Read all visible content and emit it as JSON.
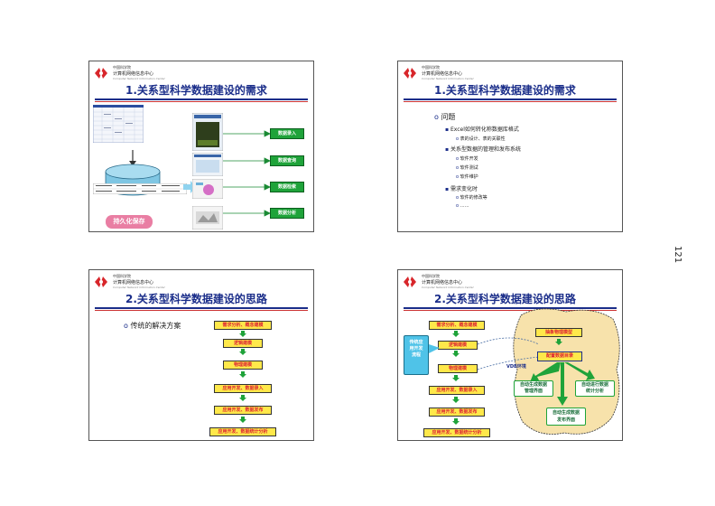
{
  "logo": {
    "line1": "中国科学院",
    "line2": "计算机网络信息中心",
    "line3": "Computer Network Information Center"
  },
  "page_number": "121",
  "slide1": {
    "title": "1.关系型科学数据建设的需求",
    "persist_label": "持久化保存",
    "outputs": [
      "数据录入",
      "数据查询",
      "数据检索",
      "数据分析"
    ]
  },
  "slide2": {
    "title": "1.关系型科学数据建设的需求",
    "bullet": "问题",
    "items": [
      {
        "text": "Excel如何转化称数据库格式",
        "level": 1
      },
      {
        "text": "表的设计、表的关联性",
        "level": 2
      },
      {
        "text": "关系型数据的管理和发布系统",
        "level": 1
      },
      {
        "text": "软件开发",
        "level": 2
      },
      {
        "text": "软件测试",
        "level": 2
      },
      {
        "text": "软件维护",
        "level": 2
      },
      {
        "text": "需求变化时",
        "level": 1
      },
      {
        "text": "软件的修改等",
        "level": 2
      },
      {
        "text": "……",
        "level": 2
      }
    ]
  },
  "slide3": {
    "title": "2.关系型科学数据建设的思路",
    "bullet": "传统的解决方案",
    "steps": [
      "需求分析、概念建模",
      "逻辑建模",
      "物理建模",
      "应用开发、数据录入",
      "应用开发、数据发布",
      "应用开发、数据统计分析"
    ]
  },
  "slide4": {
    "title": "2.关系型科学数据建设的思路",
    "steps": [
      "需求分析、概念建模",
      "逻辑建模",
      "物理建模",
      "应用开发、数据录入",
      "应用开发、数据发布",
      "应用开发、数据统计分析"
    ],
    "side_note": "传统应用开发流程",
    "vdb_label": "VDB环境",
    "right_top": "抽象物理模型",
    "right_mid": "配置数据目录",
    "right_left": "自动生成数据管理界面",
    "right_right": "自动进行数据统计分析",
    "right_bottom": "自动生成数据发布界面"
  }
}
